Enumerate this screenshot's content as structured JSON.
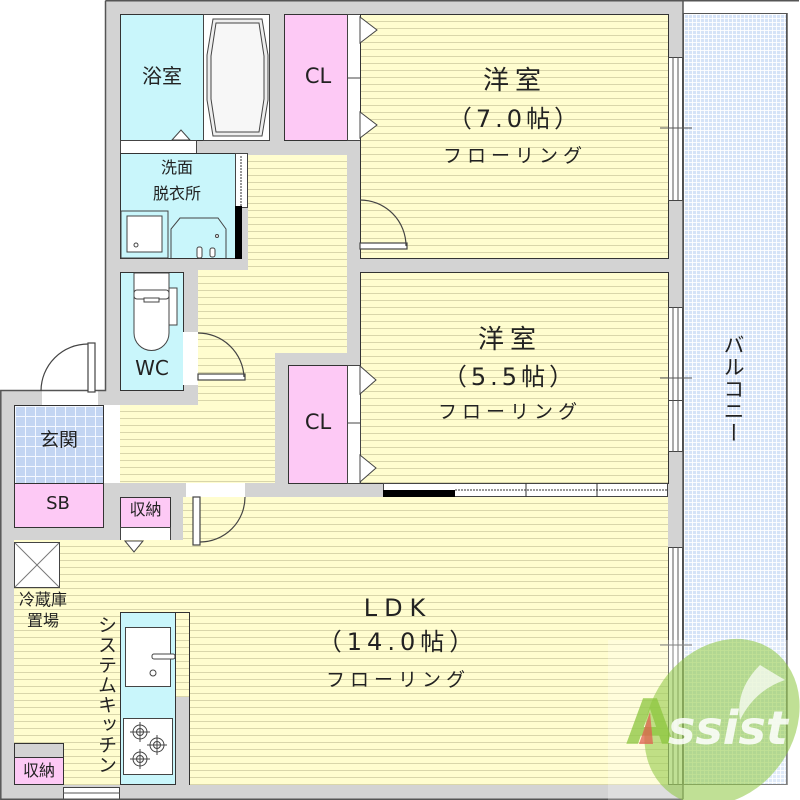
{
  "floorplan": {
    "rooms": {
      "bathroom": {
        "label": "浴室"
      },
      "closet_1": {
        "label": "CL"
      },
      "western_room_1": {
        "name": "洋室",
        "size": "（7.0帖）",
        "floor": "フローリング"
      },
      "washroom": {
        "line1": "洗面",
        "line2": "脱衣所"
      },
      "toilet": {
        "label": "WC"
      },
      "western_room_2": {
        "name": "洋室",
        "size": "（5.5帖）",
        "floor": "フローリング"
      },
      "closet_2": {
        "label": "CL"
      },
      "entrance": {
        "label": "玄関"
      },
      "shoe_box": {
        "label": "SB"
      },
      "storage_1": {
        "label": "収納"
      },
      "ldk": {
        "name": "LDK",
        "size": "（14.0帖）",
        "floor": "フローリング"
      },
      "fridge_space": {
        "line1": "冷蔵庫",
        "line2": "置場"
      },
      "kitchen": {
        "label": "システムキッチン"
      },
      "storage_2": {
        "label": "収納"
      },
      "balcony": {
        "label": "バルコニー"
      }
    },
    "colors": {
      "wall": "#d3d3d3",
      "flooring": "#fffdcf",
      "wet_area": "#c9f6fb",
      "closet": "#fdc9f5",
      "entrance_tile": "#c3d5f2",
      "balcony": "#d5e3f7"
    }
  },
  "logo": {
    "text_a": "A",
    "text_rest": "ssist"
  }
}
